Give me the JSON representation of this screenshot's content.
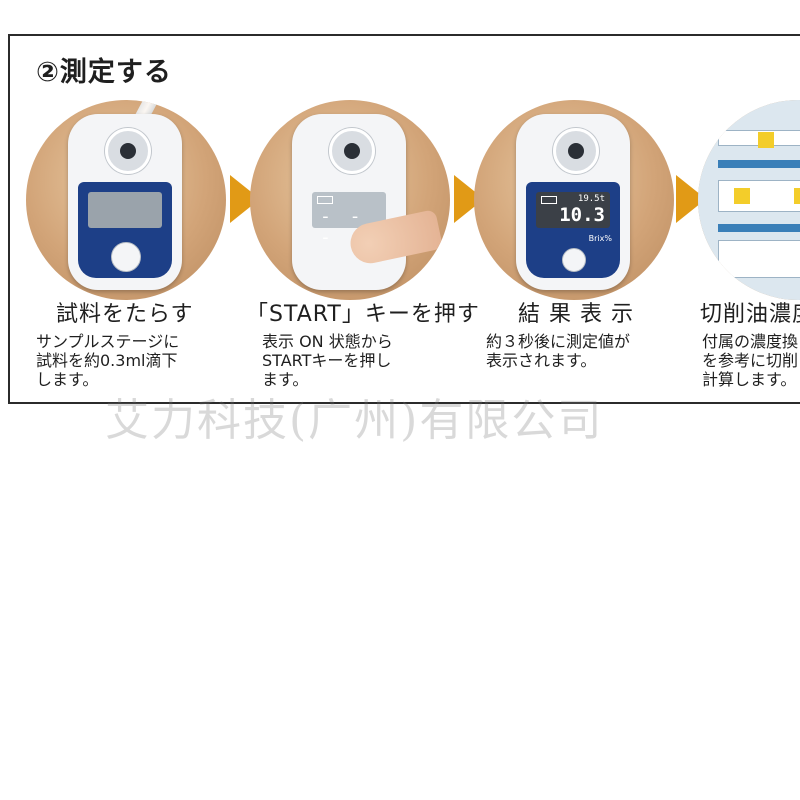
{
  "heading": "②測定する",
  "steps": [
    {
      "title": "試料をたらす",
      "desc": "サンプルステージに\n試料を約0.3ml滴下\nします。"
    },
    {
      "title": "「START」キーを押す",
      "desc": "表示 ON 状態から\nSTARTキーを押し\nます。"
    },
    {
      "title": "結 果 表 示",
      "desc": "約３秒後に測定値が\n表示されます。"
    },
    {
      "title": "切削油濃度",
      "desc": "付属の濃度換\nを参考に切削\n計算します。"
    }
  ],
  "display": {
    "temp": "19.5t",
    "value": "10.3",
    "unit": "Brix%",
    "dashes": "- - -"
  },
  "accent_colors": {
    "arrow": "#e19a16",
    "device_face": "#1d3f87"
  },
  "watermark": "艾力科技(广州)有限公司"
}
